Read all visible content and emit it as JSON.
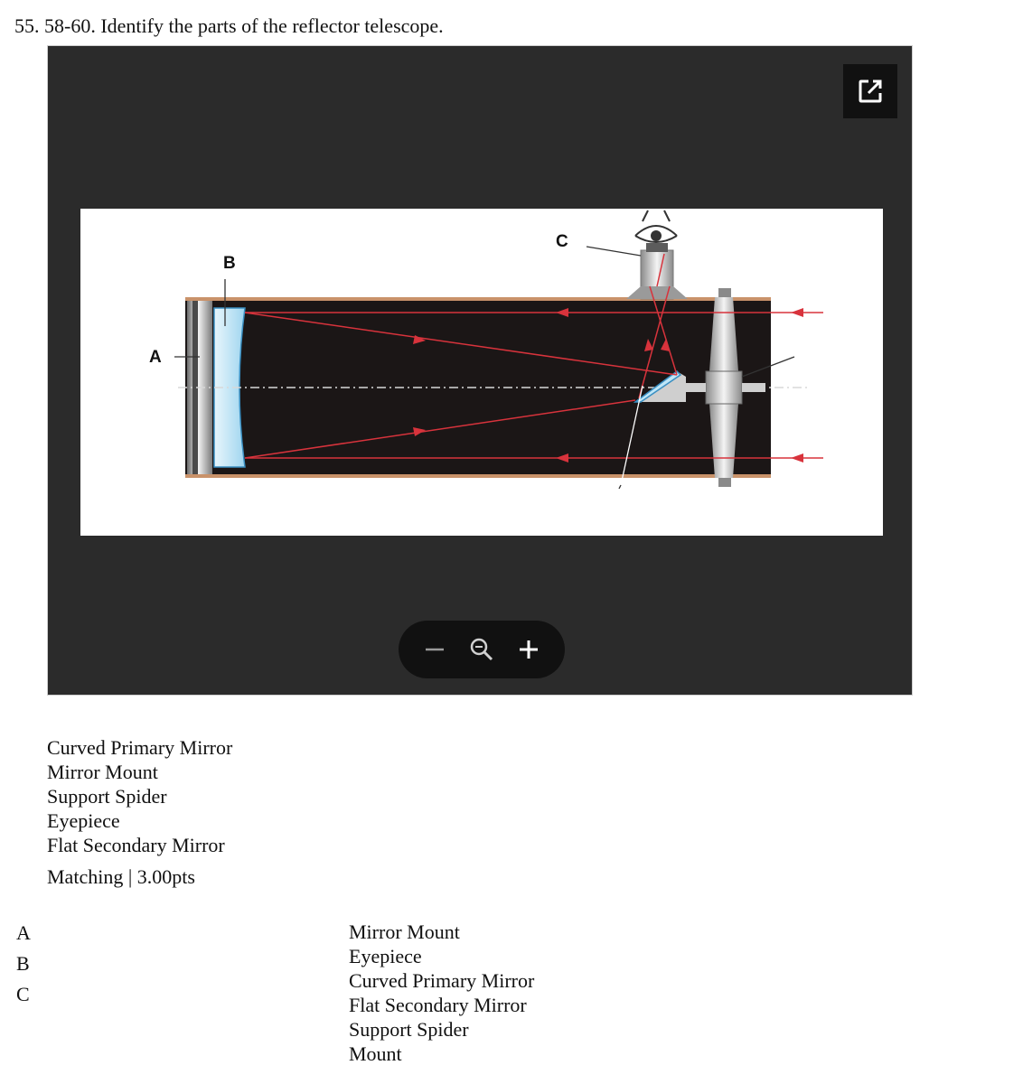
{
  "question": {
    "title": "55. 58-60. Identify the parts of the reflector telescope."
  },
  "viewer": {
    "popout_icon": "open-in-new-window-icon",
    "diagram_labels": {
      "a": "A",
      "b": "B",
      "c": "C"
    },
    "zoom_controls": {
      "zoom_out_icon": "minus-icon",
      "zoom_reset_icon": "magnifier-icon",
      "zoom_in_icon": "plus-icon"
    }
  },
  "options": [
    "Curved Primary Mirror",
    "Mirror Mount",
    "Support Spider",
    "Eyepiece",
    "Flat Secondary Mirror"
  ],
  "points": "Matching | 3.00pts",
  "match_letters": [
    "A",
    "B",
    "C"
  ],
  "answer_choices": [
    "Mirror Mount",
    "Eyepiece",
    "Curved Primary Mirror",
    "Flat Secondary Mirror",
    "Support Spider",
    "Mount"
  ],
  "colors": {
    "viewer_background": "#2b2b2b",
    "control_background": "#111111",
    "light_ray": "#d8333c",
    "tube_interior": "#1b1616",
    "tube_edge": "#c9926a",
    "mirror_blue": "#b9e3f5"
  }
}
